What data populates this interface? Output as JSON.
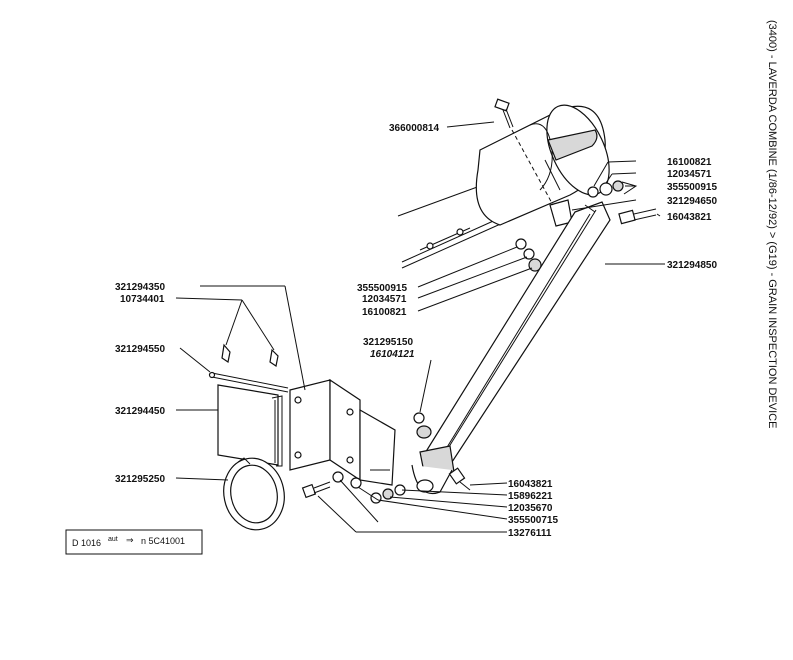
{
  "side_title": "(3400) - LAVERDA COMBINE (1/86-12/92) > (G19) - GRAIN INSPECTION DEVICE",
  "labels": {
    "p366000814": "366000814",
    "p16100821_a": "16100821",
    "p12034571_a": "12034571",
    "p355500915_a": "355500915",
    "p321294650": "321294650",
    "p16043821_a": "16043821",
    "p321294850": "321294850",
    "p355500915_b": "355500915",
    "p12034571_b": "12034571",
    "p16100821_b": "16100821",
    "p321294350": "321294350",
    "p10734401": "10734401",
    "p321294550": "321294550",
    "p321295150": "321295150",
    "p16104121": "16104121",
    "p321294450": "321294450",
    "p321295250": "321295250",
    "p16043821_b": "16043821",
    "p15896221": "15896221",
    "p12035670": "12035670",
    "p355500715": "355500715",
    "p13276111": "13276111"
  },
  "ref_box": {
    "code": "D 1016",
    "small": "aut",
    "arrow": "⇒",
    "serial": "n 5C41001"
  }
}
